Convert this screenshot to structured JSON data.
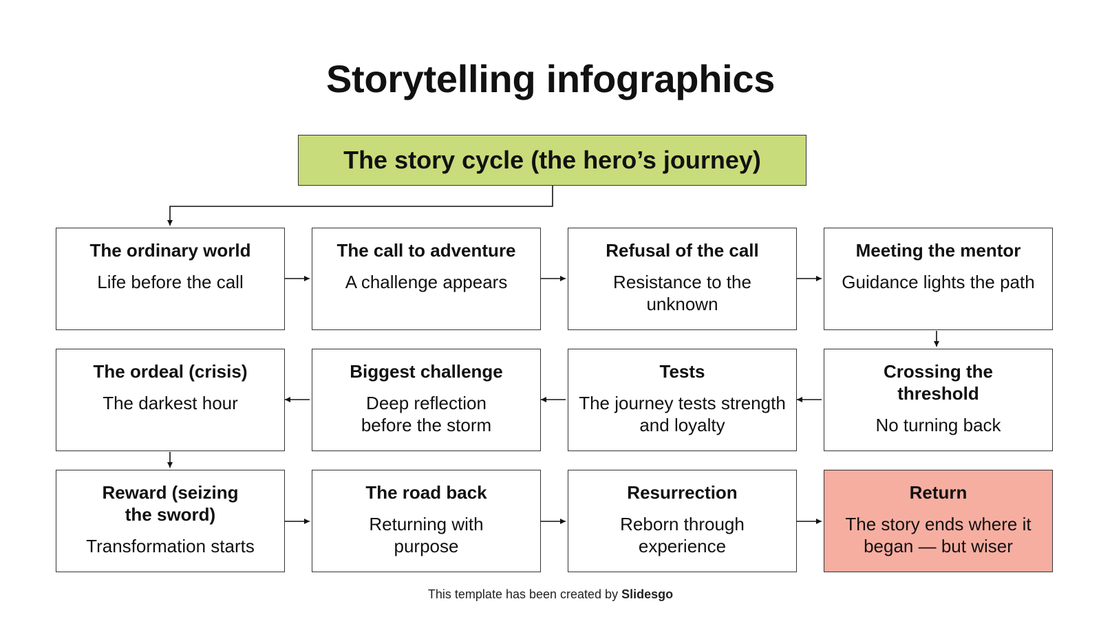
{
  "title": "Storytelling infographics",
  "header": {
    "label": "The story cycle (the hero’s journey)",
    "color": "#c9dc7b"
  },
  "accent_colors": {
    "header_fill": "#c9dc7b",
    "final_fill": "#f6aea1",
    "border": "#333333"
  },
  "stages": [
    {
      "title": "The ordinary world",
      "desc": "Life before the call"
    },
    {
      "title": "The call to adventure",
      "desc": "A challenge appears"
    },
    {
      "title": "Refusal of the call",
      "desc": "Resistance to the unknown"
    },
    {
      "title": "Meeting the mentor",
      "desc": "Guidance lights the path"
    },
    {
      "title": "Crossing the threshold",
      "desc": "No turning back"
    },
    {
      "title": "Tests",
      "desc": "The journey tests strength and loyalty"
    },
    {
      "title": "Biggest challenge",
      "desc": "Deep reflection before the storm"
    },
    {
      "title": "The ordeal (crisis)",
      "desc": "The darkest hour"
    },
    {
      "title": "Reward (seizing the sword)",
      "desc": "Transformation starts"
    },
    {
      "title": "The road back",
      "desc": "Returning with purpose"
    },
    {
      "title": "Resurrection",
      "desc": "Reborn through experience"
    },
    {
      "title": "Return",
      "desc": "The story ends where it began — but wiser"
    }
  ],
  "footer": {
    "prefix": "This template has been created by ",
    "brand": "Slidesgo"
  }
}
